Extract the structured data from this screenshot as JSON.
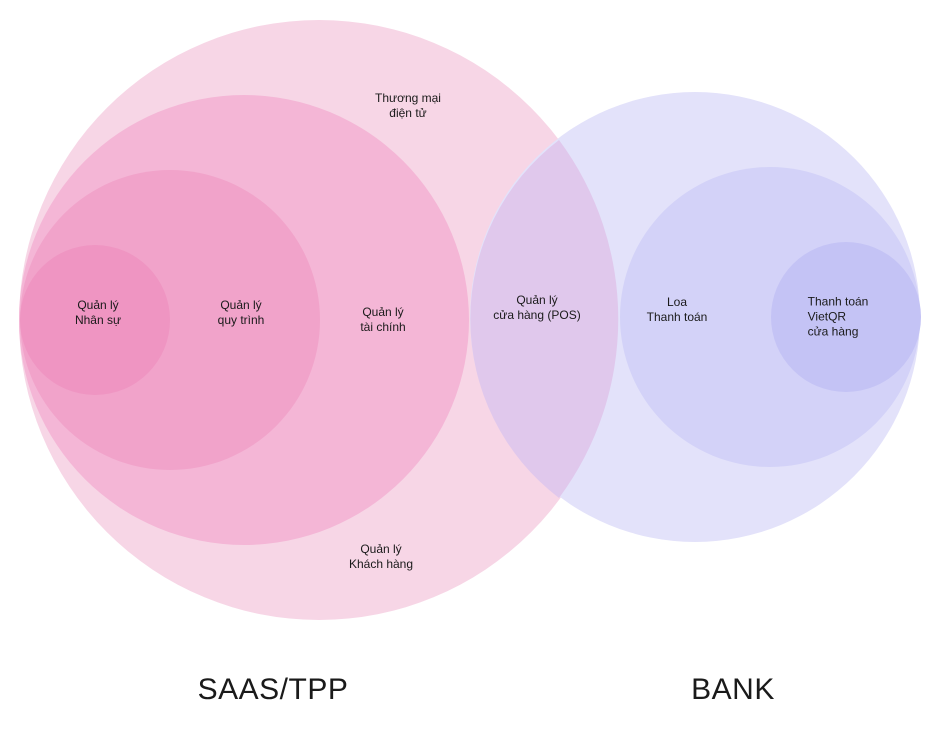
{
  "colors": {
    "saas_outer": "#f7d6e6",
    "saas_mid": "#f4b6d6",
    "saas_inner": "#f1a3ca",
    "saas_core": "#ef95c2",
    "bank_outer": "#e3e2fa",
    "bank_mid": "#d3d2f8",
    "bank_core": "#c4c3f5",
    "overlap": "#e0c8ec"
  },
  "labels": {
    "thuong_mai": "Thương mại\nđiện tử",
    "nhan_su": "Quản lý\nNhân sự",
    "quy_trinh": "Quản lý\nquy trình",
    "tai_chinh": "Quản lý\ntài chính",
    "cua_hang_pos": "Quản lý\ncửa hàng (POS)",
    "khach_hang": "Quản lý\nKhách hàng",
    "loa": "Loa\nThanh toán",
    "vietqr": "Thanh toán\nVietQR\ncửa hàng"
  },
  "groups": {
    "saas": "SAAS/TPP",
    "bank": "BANK"
  }
}
